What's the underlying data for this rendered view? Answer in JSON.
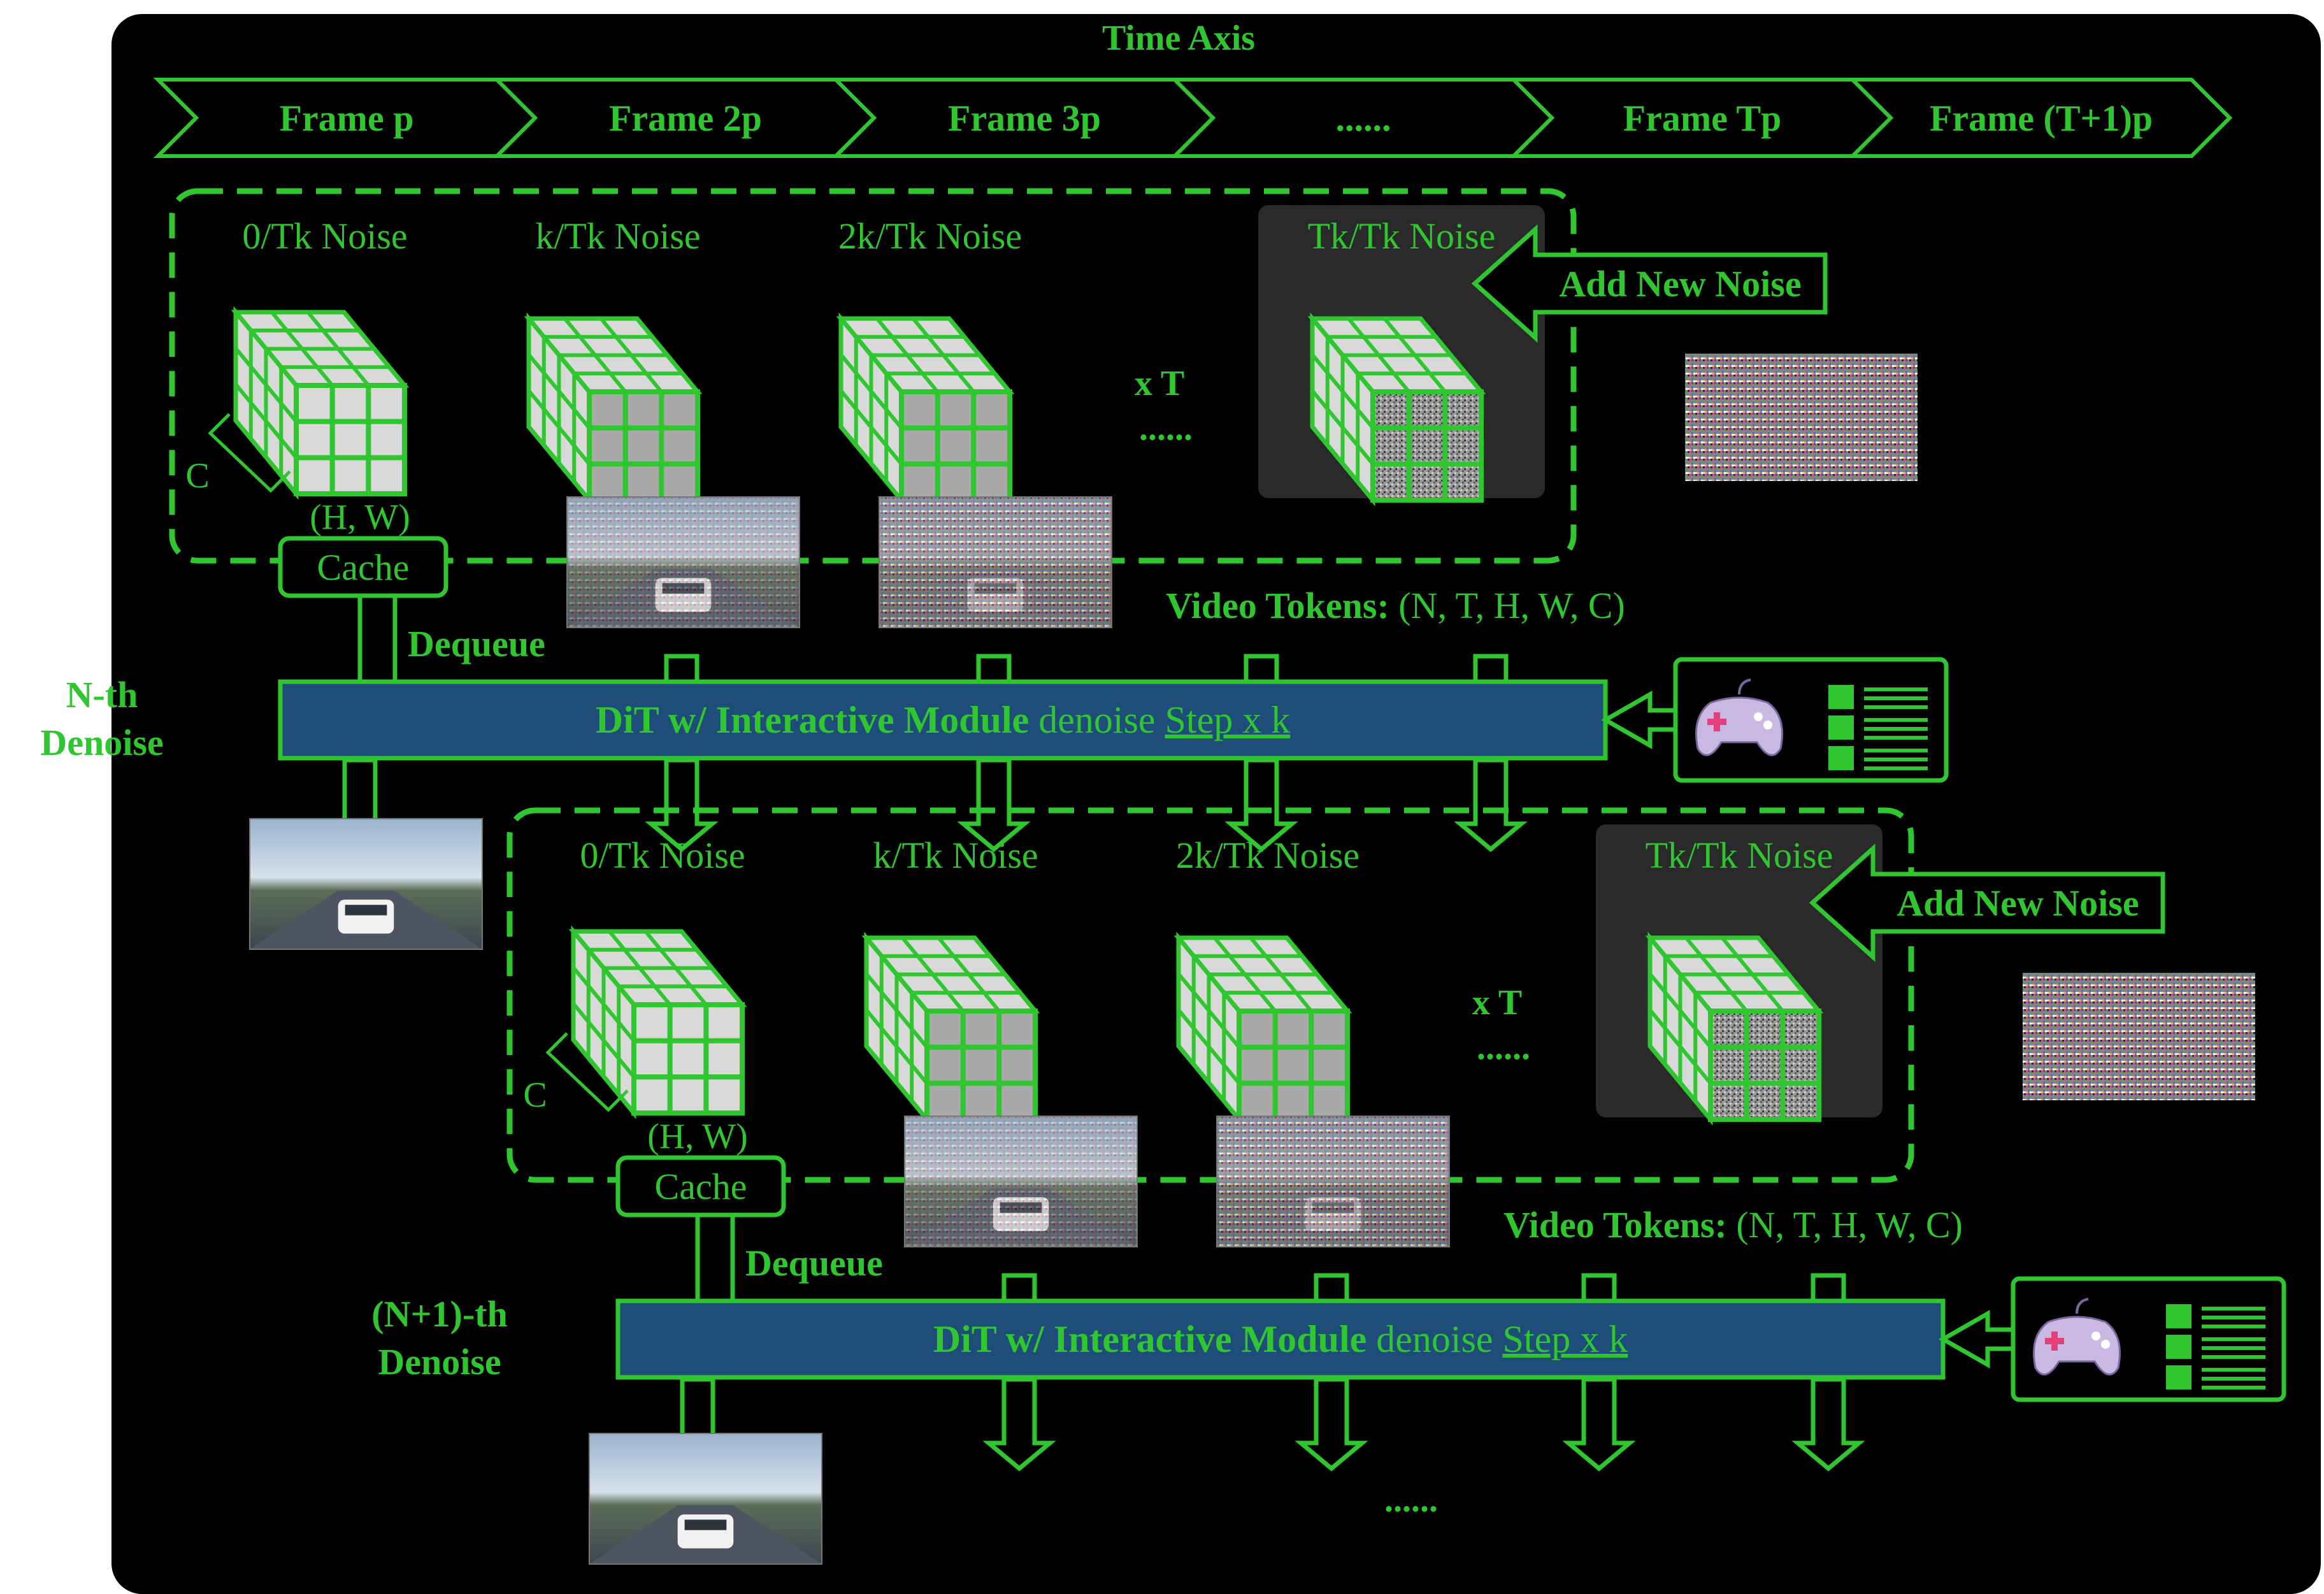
{
  "colors": {
    "background": "#000000",
    "accent": "#2fc62f",
    "bar_fill": "#1e4d7a",
    "noise_panel": "#2a2a2a",
    "cube_face": "#d9d9d9",
    "cube_face_dark": "#a9a9a9",
    "controller": "#c9b8e2"
  },
  "timeline": {
    "title": "Time Axis",
    "frames": [
      "Frame p",
      "Frame 2p",
      "Frame 3p",
      "......",
      "Frame Tp",
      "Frame (T+1)p"
    ]
  },
  "stages": [
    {
      "denoise_label": [
        "N-th",
        "Denoise"
      ],
      "noise_labels": [
        "0/Tk Noise",
        "k/Tk Noise",
        "2k/Tk Noise",
        "Tk/Tk Noise"
      ],
      "repeat_label": "x T",
      "ellipsis": "......",
      "c_label": "C",
      "hw_label": "(H, W)",
      "cache_label": "Cache",
      "dequeue_label": "Dequeue",
      "add_noise_label": "Add New Noise",
      "tokens_bold": "Video Tokens:",
      "tokens_plain": "(N, T, H, W, C)",
      "dit_bold": "DiT w/ Interactive Module",
      "dit_plain": "denoise",
      "dit_step": "Step x k"
    },
    {
      "denoise_label": [
        "(N+1)-th",
        "Denoise"
      ],
      "noise_labels": [
        "0/Tk Noise",
        "k/Tk Noise",
        "2k/Tk Noise",
        "Tk/Tk Noise"
      ],
      "repeat_label": "x T",
      "ellipsis": "......",
      "c_label": "C",
      "hw_label": "(H, W)",
      "cache_label": "Cache",
      "dequeue_label": "Dequeue",
      "add_noise_label": "Add New Noise",
      "tokens_bold": "Video Tokens:",
      "tokens_plain": "(N, T, H, W, C)",
      "dit_bold": "DiT w/ Interactive Module",
      "dit_plain": "denoise",
      "dit_step": "Step x k"
    }
  ],
  "bottom_ellipsis": "......",
  "icons": [
    "gamepad-icon",
    "image-icon",
    "settings-icon",
    "checklist-icon"
  ]
}
